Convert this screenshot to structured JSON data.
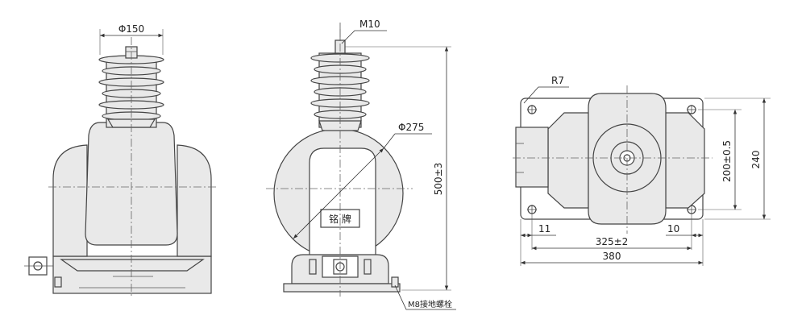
{
  "labels": {
    "front_diameter": "Φ150",
    "side_thread": "M10",
    "side_diameter": "Φ275",
    "height": "500±3",
    "nameplate": "铭 牌",
    "ground_bolt": "M8接地螺栓",
    "corner_radius": "R7",
    "hole_spacing": "200±0.5",
    "depth": "240",
    "left_offset": "11",
    "right_offset": "10",
    "bolt_spacing": "325±2",
    "base_width": "380"
  }
}
